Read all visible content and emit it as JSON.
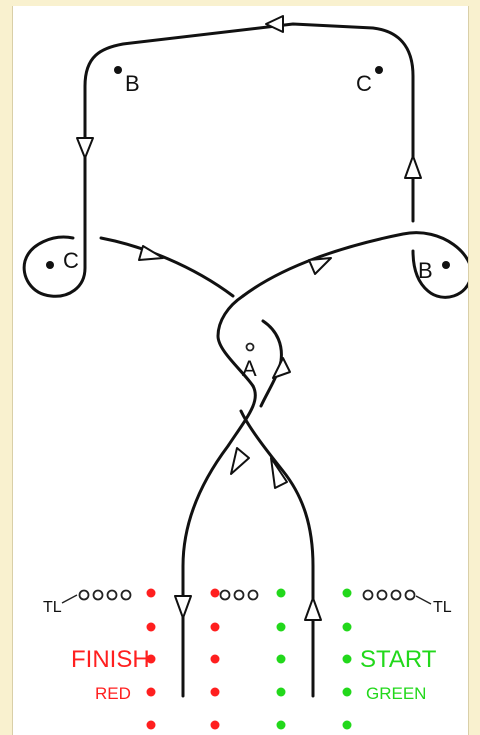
{
  "markers": {
    "a": "A",
    "b_top": "B",
    "b_right": "B",
    "c_top": "C",
    "c_left": "C"
  },
  "timing_line": {
    "left_label": "TL",
    "right_label": "TL"
  },
  "finish": {
    "label": "FINISH",
    "sub_label": "RED",
    "color": "#ff1f1f"
  },
  "start": {
    "label": "START",
    "sub_label": "GREEN",
    "color": "#22d81b"
  },
  "colors": {
    "background": "#f9f1cf",
    "panel": "#ffffff",
    "line": "#111111"
  }
}
